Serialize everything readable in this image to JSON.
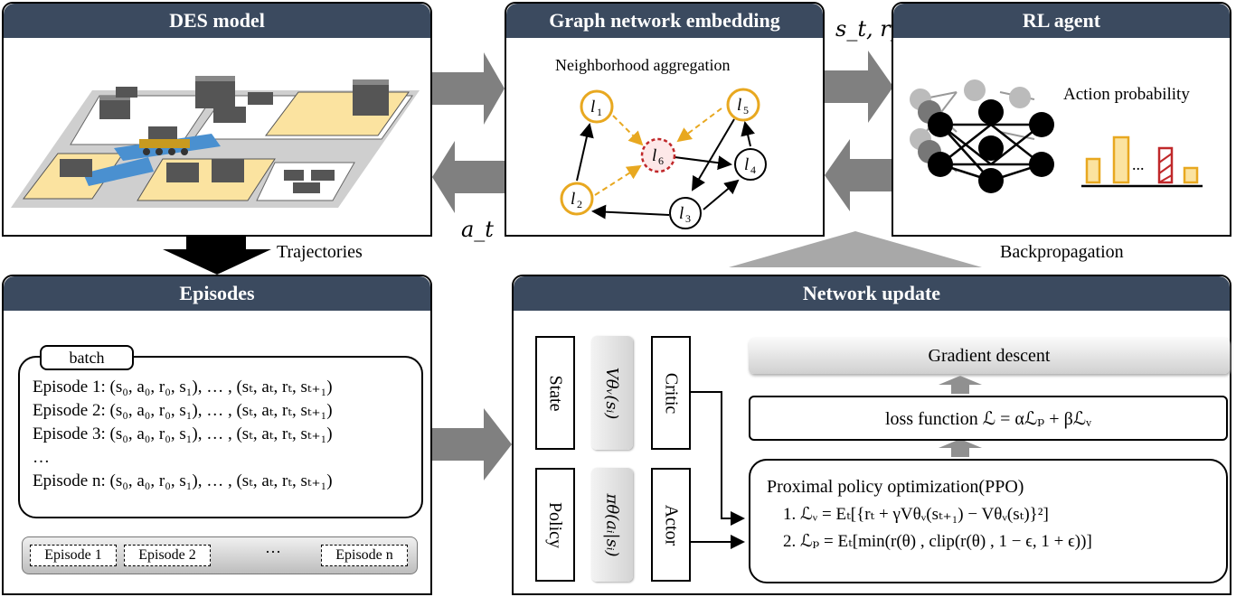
{
  "panels": {
    "des": "DES model",
    "graph": "Graph network embedding",
    "rl": "RL agent",
    "episodes": "Episodes",
    "network": "Network update"
  },
  "graph": {
    "subtitle": "Neighborhood aggregation",
    "nodes": [
      "l1",
      "l2",
      "l3",
      "l4",
      "l5",
      "l6"
    ]
  },
  "rl": {
    "subtitle": "Action probability",
    "ellipsis": "..."
  },
  "arrows": {
    "state_reward": "s_t, r_t",
    "action": "a_t",
    "trajectories": "Trajectories",
    "backprop": "Backpropagation"
  },
  "episodes": {
    "batch_label": "batch",
    "lines": [
      "Episode 1: (s₀, a₀, r₀, s₁), … , (sₜ, aₜ, rₜ, sₜ₊₁)",
      "Episode 2: (s₀, a₀, r₀, s₁), … , (sₜ, aₜ, rₜ, sₜ₊₁)",
      "Episode 3: (s₀, a₀, r₀, s₁), … , (sₜ, aₜ, rₜ, sₜ₊₁)",
      "…",
      "Episode n: (s₀, a₀, r₀, s₁), … , (sₜ, aₜ, rₜ, sₜ₊₁)"
    ],
    "buffer": [
      "Episode 1",
      "Episode 2",
      "···",
      "Episode n"
    ]
  },
  "network": {
    "state": "State",
    "value_fn": "Vθᵥ(sᵢ)",
    "critic": "Critic",
    "policy": "Policy",
    "policy_fn": "πθ(aᵢ|sᵢ)",
    "actor": "Actor",
    "gradient": "Gradient descent",
    "loss": "loss function ℒ = αℒₚ + βℒᵥ",
    "ppo_title": "Proximal policy optimization(PPO)",
    "ppo_1": "1. ℒᵥ = Eₜ[{rₜ + γVθᵥ(sₜ₊₁) − Vθᵥ(sₜ)}²]",
    "ppo_2": "2. ℒₚ = Eₜ[min(r(θ) , clip(r(θ) , 1 − ϵ, 1 + ϵ))]"
  },
  "colors": {
    "header": "#3b4a5f",
    "node_yellow": "#e8a820",
    "node_red": "#c0282a",
    "zone_yellow": "#fbe3a0",
    "conveyor_blue": "#4a90d0",
    "arrow_grey": "#808080"
  }
}
